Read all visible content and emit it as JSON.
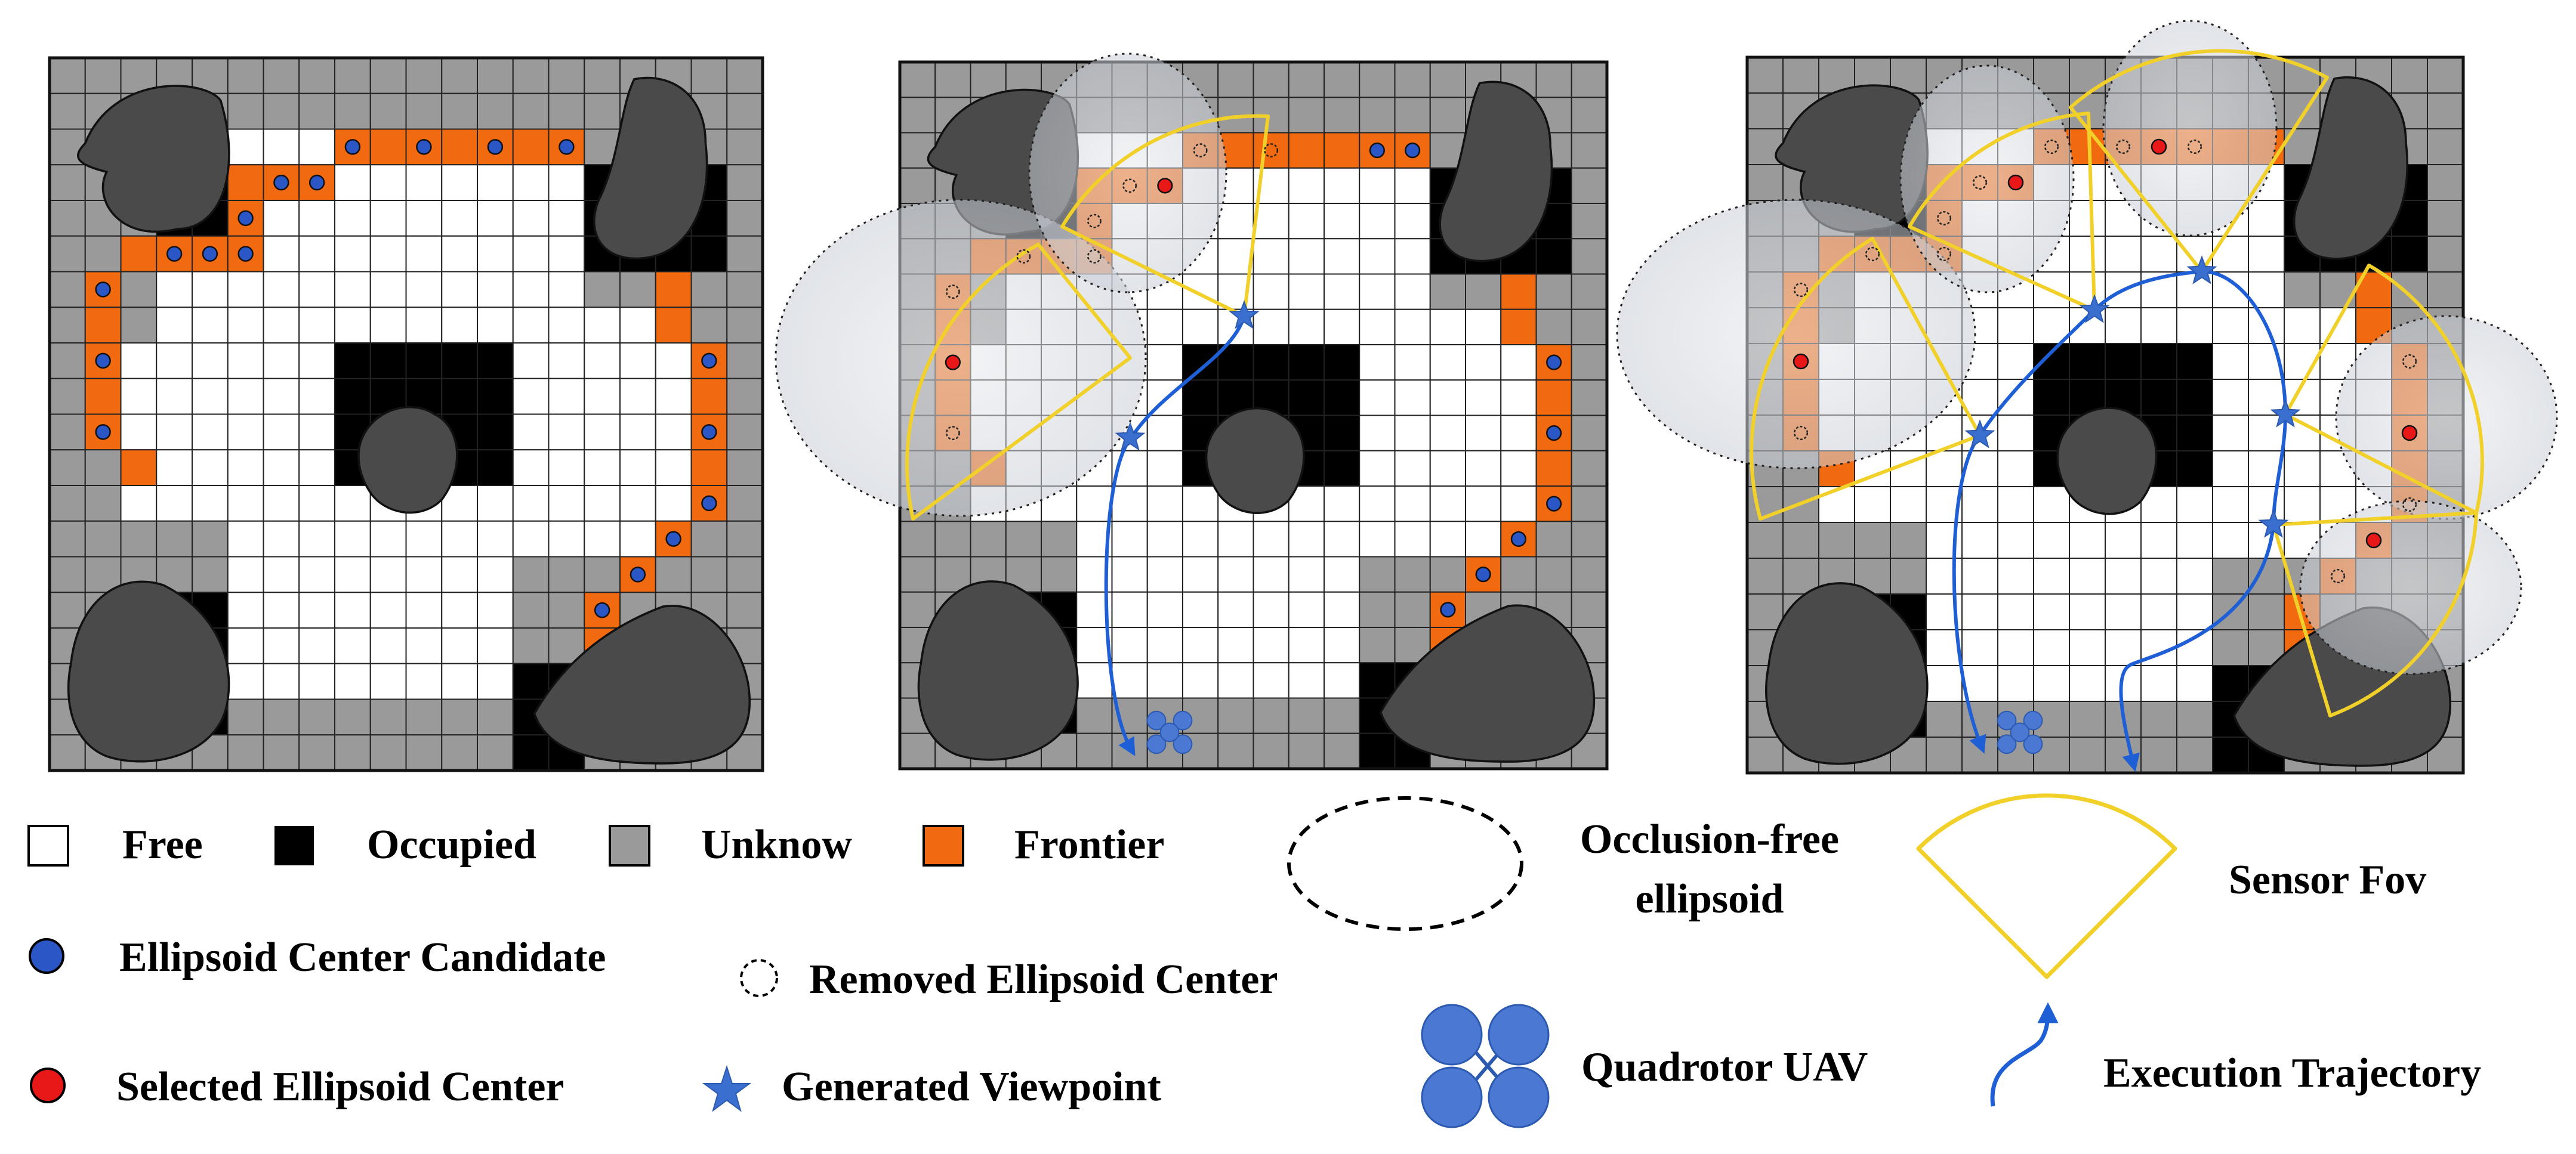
{
  "legend": {
    "free": "Free",
    "occupied": "Occupied",
    "unknown": "Unknow",
    "frontier": "Frontier",
    "ellipsoid_line1": "Occlusion-free",
    "ellipsoid_line2": "ellipsoid",
    "sensor_fov": "Sensor Fov",
    "candidate": "Ellipsoid Center Candidate",
    "removed": "Removed Ellipsoid Center",
    "selected": "Selected Ellipsoid Center",
    "viewpoint": "Generated Viewpoint",
    "uav": "Quadrotor UAV",
    "trajectory": "Execution Trajectory"
  },
  "colors": {
    "free": "#ffffff",
    "occupied": "#000000",
    "unknown": "#9a9a9a",
    "frontier": "#f26a10",
    "obstacle": "#4a4a4a",
    "candidate": "#2a56c6",
    "selected": "#e81818",
    "viewpoint": "#3a6fd0",
    "uav": "#4a78d2",
    "trajectory": "#1f5fd6",
    "fov": "#f2d02a",
    "ellipsoid_fill": "#d9dde2"
  }
}
